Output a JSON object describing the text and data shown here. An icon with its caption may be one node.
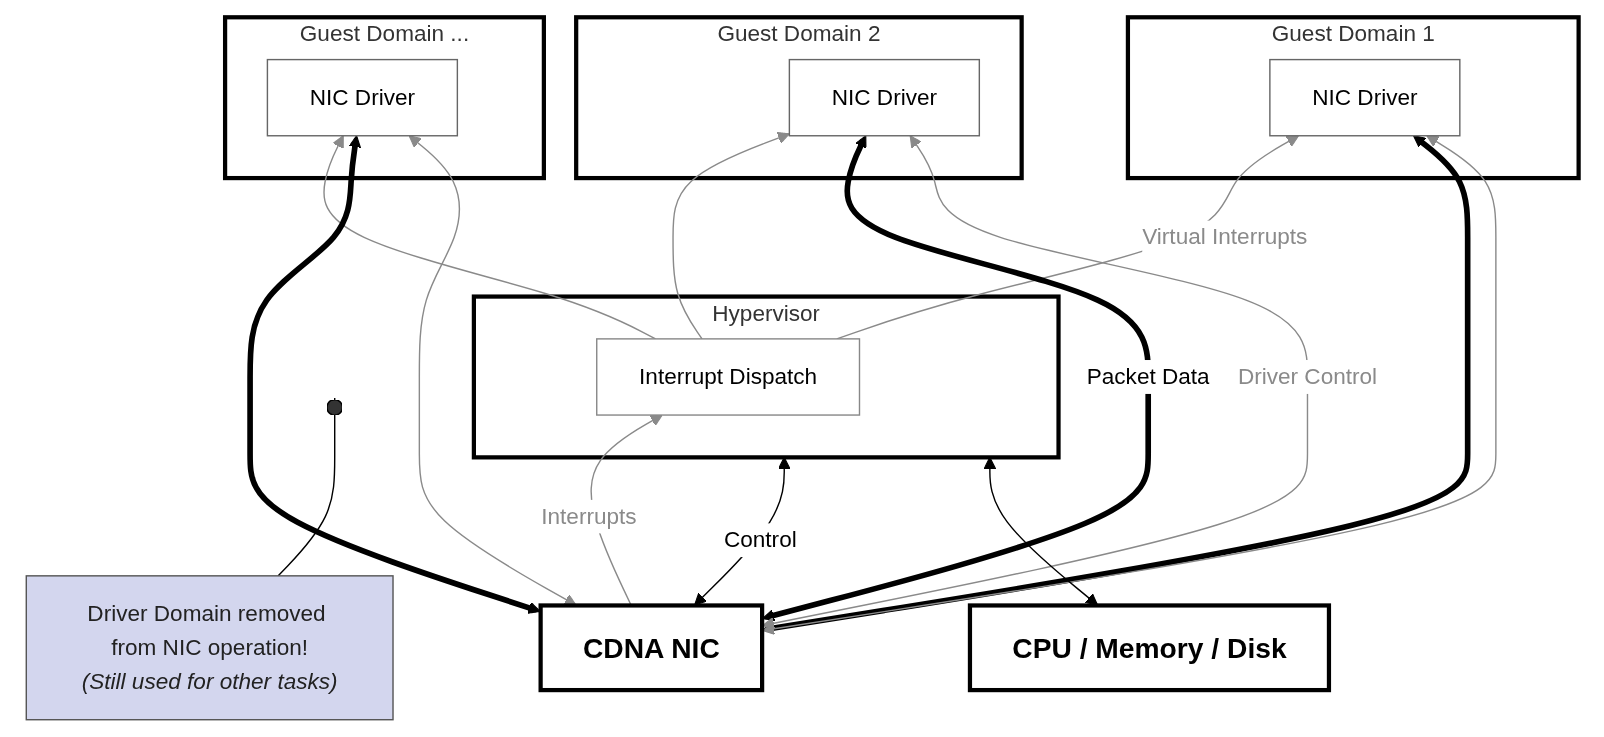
{
  "diagram": {
    "nodes": [
      {
        "text": [
          "Driver Domain removed from NIC operation!",
          "(Still used for other tasks)"
        ]
      },
      {
        "text": [
          "Guest Domain 1"
        ]
      },
      {
        "text": [
          "NIC Driver"
        ],
        "in": 1
      },
      {
        "text": [
          "Guest Domain 2"
        ]
      },
      {
        "text": [
          "NIC Driver"
        ],
        "in": 3
      },
      {
        "text": [
          "Guest Domain ..."
        ]
      },
      {
        "text": [
          "NIC Driver"
        ],
        "in": 5
      },
      {
        "text": [
          "Hypervisor"
        ]
      },
      {
        "text": [
          "Interrupt Dispatch"
        ],
        "in": 7
      },
      {
        "text": [
          "CPU / Memory / Disk"
        ]
      },
      {
        "text": [
          "CDNA NIC"
        ]
      }
    ],
    "edges": [
      {
        "from": 0,
        "to": null,
        "arrow": "other",
        "color": "#000000"
      },
      {
        "from": 8,
        "to": 2,
        "arrow": "to",
        "label": "Virtual Interrupts"
      },
      {
        "from": 8,
        "to": 4,
        "arrow": "to"
      },
      {
        "from": 8,
        "to": 6,
        "arrow": "to"
      },
      {
        "from": 10,
        "to": 8,
        "arrow": "to",
        "label": "Interrupts"
      },
      {
        "from": 7,
        "to": 10,
        "arrow": "both",
        "label": "Control",
        "color": "#000000"
      },
      {
        "from": 7,
        "to": 9,
        "arrow": "both",
        "color": "#000000"
      },
      {
        "from": 2,
        "to": 10,
        "arrow": "both",
        "style": "thick",
        "color": "#000000"
      },
      {
        "from": 2,
        "to": 10,
        "arrow": "both"
      },
      {
        "from": 4,
        "to": 10,
        "arrow": "both",
        "style": "thick",
        "label": "Packet Data",
        "color": "#000000"
      },
      {
        "from": 4,
        "to": 10,
        "arrow": "both",
        "label": "Driver Control"
      },
      {
        "from": 6,
        "to": 10,
        "arrow": "both",
        "style": "thick",
        "color": "#000000"
      },
      {
        "from": 6,
        "to": 10,
        "arrow": "both"
      }
    ]
  }
}
